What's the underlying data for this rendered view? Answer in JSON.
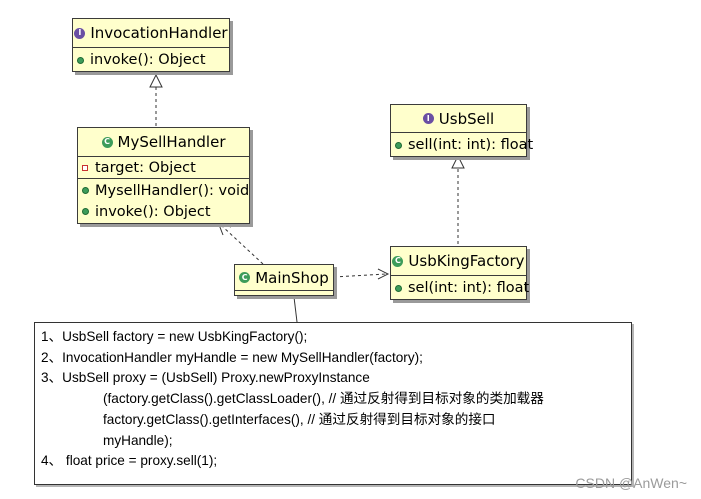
{
  "diagram": {
    "classes": {
      "invocation_handler": {
        "name": "InvocationHandler",
        "stereotype": "interface",
        "methods": [
          "invoke(): Object"
        ]
      },
      "my_sell_handler": {
        "name": "MySellHandler",
        "stereotype": "class",
        "attributes": [
          "target: Object"
        ],
        "methods": [
          "MysellHandler(): void",
          "invoke(): Object"
        ]
      },
      "usb_sell": {
        "name": "UsbSell",
        "stereotype": "interface",
        "methods": [
          "sell(int: int): float"
        ]
      },
      "usb_king_factory": {
        "name": "UsbKingFactory",
        "stereotype": "class",
        "methods": [
          "sel(int: int): float"
        ]
      },
      "main_shop": {
        "name": "MainShop",
        "stereotype": "class"
      }
    },
    "relations": [
      {
        "from": "MySellHandler",
        "to": "InvocationHandler",
        "kind": "realization"
      },
      {
        "from": "UsbKingFactory",
        "to": "UsbSell",
        "kind": "realization"
      },
      {
        "from": "MainShop",
        "to": "MySellHandler",
        "kind": "dependency"
      },
      {
        "from": "MainShop",
        "to": "UsbKingFactory",
        "kind": "dependency"
      }
    ],
    "note": {
      "lines": [
        "1、UsbSell factory = new UsbKingFactory();",
        "2、InvocationHandler myHandle = new MySellHandler(factory);",
        "3、UsbSell proxy = (UsbSell) Proxy.newProxyInstance",
        "(factory.getClass().getClassLoader(), // 通过反射得到目标对象的类加载器",
        "factory.getClass().getInterfaces(), // 通过反射得到目标对象的接口",
        "myHandle);",
        "4、 float price = proxy.sell(1);"
      ]
    }
  },
  "watermark": "CSDN @AnWen~",
  "colors": {
    "class_fill": "#ffffcc",
    "border": "#3b3b3b",
    "interface_badge": "#6a4fa3",
    "class_badge": "#3d9c5a"
  },
  "icons": {
    "interface": "interface-icon",
    "class": "class-icon",
    "public_member": "public-member-icon",
    "private_member": "private-field-icon"
  }
}
